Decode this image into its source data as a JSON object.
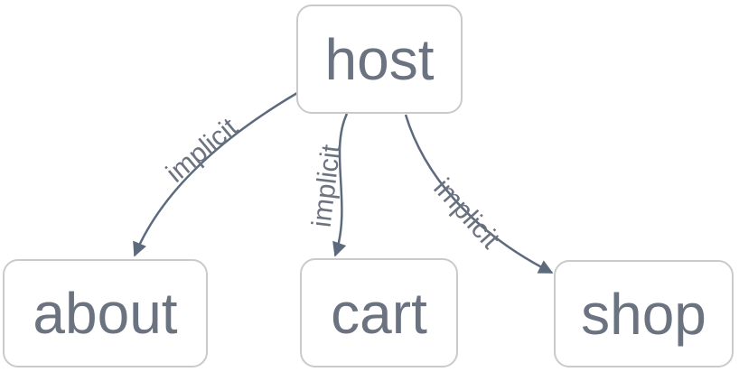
{
  "diagram": {
    "type": "graph",
    "background_color": "#ffffff",
    "node_border_color": "#c9cacc",
    "node_text_color": "#6b7280",
    "edge_color": "#5d6a7d",
    "edge_label_color": "#6b7280",
    "nodes": [
      {
        "id": "host",
        "label": "host"
      },
      {
        "id": "about",
        "label": "about"
      },
      {
        "id": "cart",
        "label": "cart"
      },
      {
        "id": "shop",
        "label": "shop"
      }
    ],
    "edges": [
      {
        "source": "host",
        "target": "about",
        "label": "implicit"
      },
      {
        "source": "host",
        "target": "cart",
        "label": "implicit"
      },
      {
        "source": "host",
        "target": "shop",
        "label": "implicit"
      }
    ]
  }
}
